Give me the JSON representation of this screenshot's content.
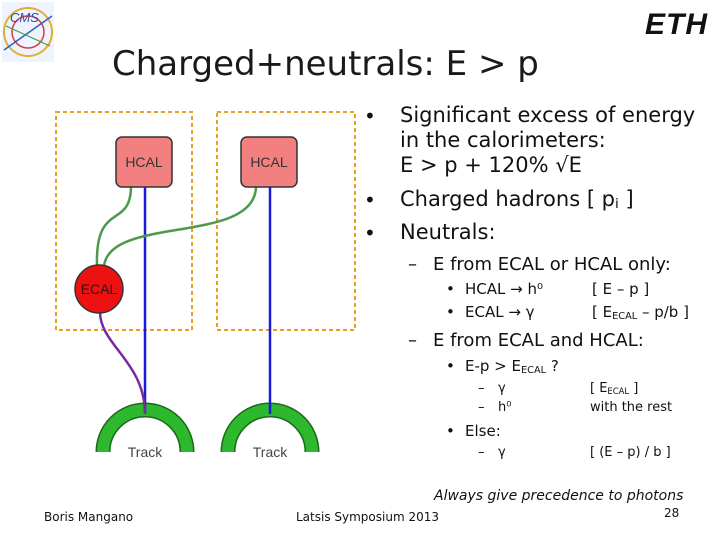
{
  "slide": {
    "title": "Charged+neutrals: E > p",
    "logo_text": "ETH",
    "cms_logo_text": "CMS"
  },
  "diagram": {
    "hcal_left": "HCAL",
    "hcal_right": "HCAL",
    "ecal": "ECAL",
    "track_left": "Track",
    "track_right": "Track",
    "colors": {
      "hcal_fill": "#f28080",
      "ecal_fill": "#ee1111",
      "track": "#2db82d",
      "charged_line": "#1a1adb",
      "neutral_line": "#4c9a4c",
      "ecal_link": "#7a2aa0",
      "dashed_box": "#e8a020"
    }
  },
  "bullets": {
    "b1_line1": "Significant excess of energy",
    "b1_line2": "in the calorimeters:",
    "b1_line3": "E > p + 120% √E",
    "b2_prefix": "Charged hadrons  [ p",
    "b2_sub": "i",
    "b2_suffix": " ]",
    "b3": "Neutrals:",
    "s1": "E from ECAL or HCAL only:",
    "s1a_left": "HCAL  → h⁰",
    "s1a_right": "[ E – p ]",
    "s1b_left": "ECAL  → γ",
    "s1b_right_prefix": "[  E",
    "s1b_right_sub": "ECAL",
    "s1b_right_suffix": " – p/b ]",
    "s2": "E from ECAL and HCAL:",
    "s2a_prefix": "E-p > E",
    "s2a_sub": "ECAL",
    "s2a_suffix": " ?",
    "g1": "γ",
    "g1_right_prefix": "[ E",
    "g1_right_sub": "ECAL",
    "g1_right_suffix": " ]",
    "h1": "h⁰",
    "h1_right": "with the rest",
    "s2b": "Else:",
    "g2": "γ",
    "g2_right": "[ (E – p) / b ]"
  },
  "footer": {
    "note": "Always give precedence to photons",
    "author": "Boris Mangano",
    "event": "Latsis Symposium 2013",
    "page": "28"
  }
}
